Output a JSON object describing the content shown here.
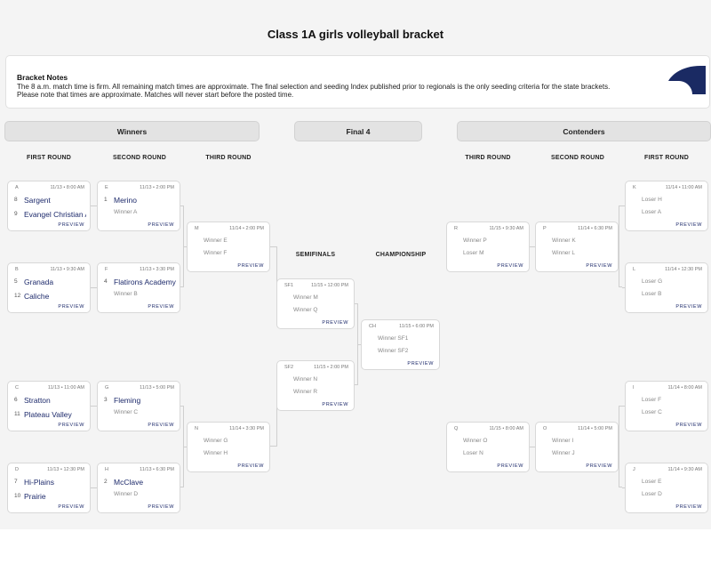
{
  "title": "Class 1A girls volleyball bracket",
  "notes": {
    "heading": "Bracket Notes",
    "lines": [
      "The 8 a.m. match time is firm. All remaining match times are approximate. The final selection and seeding Index published prior to regionals is the only seeding criteria for the state brackets.",
      "Please note that times are approximate. Matches will never start before the posted time."
    ],
    "logo_color": "#1a2a63"
  },
  "regions": {
    "winners": "Winners",
    "final4": "Final 4",
    "contenders": "Contenders"
  },
  "rounds": {
    "first": "FIRST ROUND",
    "second": "SECOND ROUND",
    "third": "THIRD ROUND",
    "semifinals": "SEMIFINALS",
    "championship": "CHAMPIONSHIP"
  },
  "preview_label": "PREVIEW",
  "accent_color": "#1d2a6b",
  "matches": {
    "A": {
      "id": "A",
      "time": "11/13 • 8:00 AM",
      "teams": [
        {
          "seed": "8",
          "name": "Sargent"
        },
        {
          "seed": "9",
          "name": "Evangel Christian Academy"
        }
      ]
    },
    "B": {
      "id": "B",
      "time": "11/13 • 9:30 AM",
      "teams": [
        {
          "seed": "5",
          "name": "Granada"
        },
        {
          "seed": "12",
          "name": "Caliche"
        }
      ]
    },
    "C": {
      "id": "C",
      "time": "11/13 • 11:00 AM",
      "teams": [
        {
          "seed": "6",
          "name": "Stratton"
        },
        {
          "seed": "11",
          "name": "Plateau Valley"
        }
      ]
    },
    "D": {
      "id": "D",
      "time": "11/13 • 12:30 PM",
      "teams": [
        {
          "seed": "7",
          "name": "Hi-Plains"
        },
        {
          "seed": "10",
          "name": "Prairie"
        }
      ]
    },
    "E": {
      "id": "E",
      "time": "11/13 • 2:00 PM",
      "teams": [
        {
          "seed": "1",
          "name": "Merino"
        }
      ],
      "tbd": [
        "Winner A"
      ]
    },
    "F": {
      "id": "F",
      "time": "11/13 • 3:30 PM",
      "teams": [
        {
          "seed": "4",
          "name": "Flatirons Academy"
        }
      ],
      "tbd": [
        "Winner B"
      ]
    },
    "G": {
      "id": "G",
      "time": "11/13 • 5:00 PM",
      "teams": [
        {
          "seed": "3",
          "name": "Fleming"
        }
      ],
      "tbd": [
        "Winner C"
      ]
    },
    "H": {
      "id": "H",
      "time": "11/13 • 6:30 PM",
      "teams": [
        {
          "seed": "2",
          "name": "McClave"
        }
      ],
      "tbd": [
        "Winner D"
      ]
    },
    "M": {
      "id": "M",
      "time": "11/14 • 2:00 PM",
      "tbd": [
        "Winner E",
        "Winner F"
      ]
    },
    "N": {
      "id": "N",
      "time": "11/14 • 3:30 PM",
      "tbd": [
        "Winner G",
        "Winner H"
      ]
    },
    "SF1": {
      "id": "SF1",
      "time": "11/15 • 12:00 PM",
      "tbd": [
        "Winner M",
        "Winner Q"
      ]
    },
    "SF2": {
      "id": "SF2",
      "time": "11/15 • 2:00 PM",
      "tbd": [
        "Winner N",
        "Winner R"
      ]
    },
    "CH": {
      "id": "CH",
      "time": "11/15 • 6:00 PM",
      "tbd": [
        "Winner SF1",
        "Winner SF2"
      ]
    },
    "R": {
      "id": "R",
      "time": "11/15 • 9:30 AM",
      "tbd": [
        "Winner P",
        "Loser M"
      ]
    },
    "Q": {
      "id": "Q",
      "time": "11/15 • 8:00 AM",
      "tbd": [
        "Winner O",
        "Loser N"
      ]
    },
    "P": {
      "id": "P",
      "time": "11/14 • 6:30 PM",
      "tbd": [
        "Winner K",
        "Winner L"
      ]
    },
    "O": {
      "id": "O",
      "time": "11/14 • 5:00 PM",
      "tbd": [
        "Winner I",
        "Winner J"
      ]
    },
    "K": {
      "id": "K",
      "time": "11/14 • 11:00 AM",
      "tbd": [
        "Loser H",
        "Loser A"
      ]
    },
    "L": {
      "id": "L",
      "time": "11/14 • 12:30 PM",
      "tbd": [
        "Loser G",
        "Loser B"
      ]
    },
    "I": {
      "id": "I",
      "time": "11/14 • 8:00 AM",
      "tbd": [
        "Loser F",
        "Loser C"
      ]
    },
    "J": {
      "id": "J",
      "time": "11/14 • 9:30 AM",
      "tbd": [
        "Loser E",
        "Loser D"
      ]
    }
  }
}
